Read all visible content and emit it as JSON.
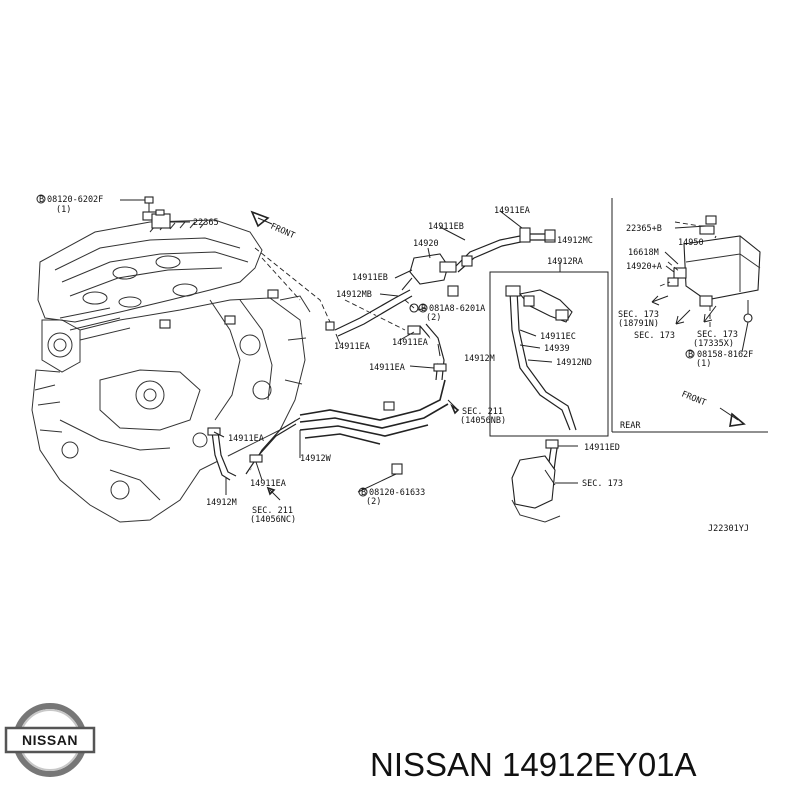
{
  "labels": {
    "l_08120_6202f": "08120-6202F",
    "l_08120_6202f_qty": "(1)",
    "l_22365": "22365",
    "l_front1": "FRONT",
    "l_14911eb_a": "14911EB",
    "l_14911ea_top": "14911EA",
    "l_14920": "14920",
    "l_14912mc": "14912MC",
    "l_14912ra": "14912RA",
    "l_14911eb_b": "14911EB",
    "l_14912mb": "14912MB",
    "l_081a8": "081A8-6201A",
    "l_081a8_qty": "(2)",
    "l_14911ea_a": "14911EA",
    "l_14911ea_b": "14911EA",
    "l_14912m_a": "14912M",
    "l_14911ea_c": "14911EA",
    "l_14911ec": "14911EC",
    "l_14939": "14939",
    "l_14912nd": "14912ND",
    "l_sec211_a": "SEC. 211",
    "l_14056nb": "(14056NB)",
    "l_14911ea_d": "14911EA",
    "l_14912w": "14912W",
    "l_14911ea_e": "14911EA",
    "l_14912m_b": "14912M",
    "l_sec211_b": "SEC. 211",
    "l_14056nc": "(14056NC)",
    "l_08120_61633": "08120-61633",
    "l_08120_61633_qty": "(2)",
    "l_14911ed": "14911ED",
    "l_sec173_a": "SEC. 173",
    "l_22365b": "22365+B",
    "l_14950": "14950",
    "l_16618m": "16618M",
    "l_14920a": "14920+A",
    "l_sec173_b": "SEC. 173",
    "l_18791n": "(18791N)",
    "l_sec173_c": "SEC. 173",
    "l_sec173_d": "SEC. 173",
    "l_17335x": "(17335X)",
    "l_08158": "08158-8162F",
    "l_08158_qty": "(1)",
    "l_front2": "FRONT",
    "l_rear": "REAR",
    "l_code": "J22301YJ"
  },
  "logo": {
    "text": "NISSAN"
  },
  "caption": {
    "text": "NISSAN 14912EY01A"
  },
  "colors": {
    "ink": "#222222",
    "background": "#ffffff"
  }
}
